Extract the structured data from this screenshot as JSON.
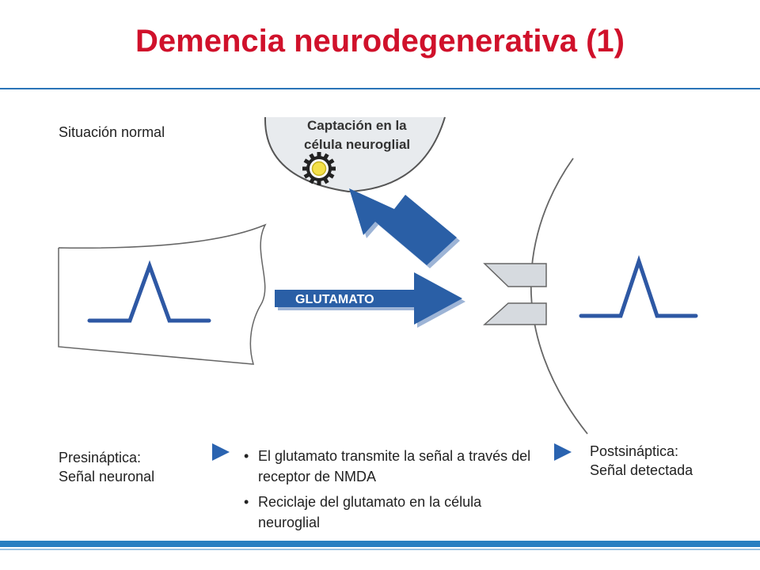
{
  "slide": {
    "title": "Demencia neurodegenerativa (1)",
    "accent_color": "#d0112b",
    "rule_color": "#2a74b8"
  },
  "diagram": {
    "situation_label": "Situación normal",
    "glial_cell_label": [
      "Captación en la",
      "célula neuroglial"
    ],
    "arrow_label": "GLUTAMATO",
    "arrow_color": "#2a5fa6",
    "signal_color": "#2e58a4"
  },
  "captions": {
    "presynaptic": [
      "Presináptica:",
      "Señal neuronal"
    ],
    "postsynaptic": [
      "Postsináptica:",
      "Señal detectada"
    ],
    "bullets": [
      "El glutamato transmite la señal a través del receptor de NMDA",
      "Reciclaje del glutamato en la célula neuroglial"
    ]
  }
}
